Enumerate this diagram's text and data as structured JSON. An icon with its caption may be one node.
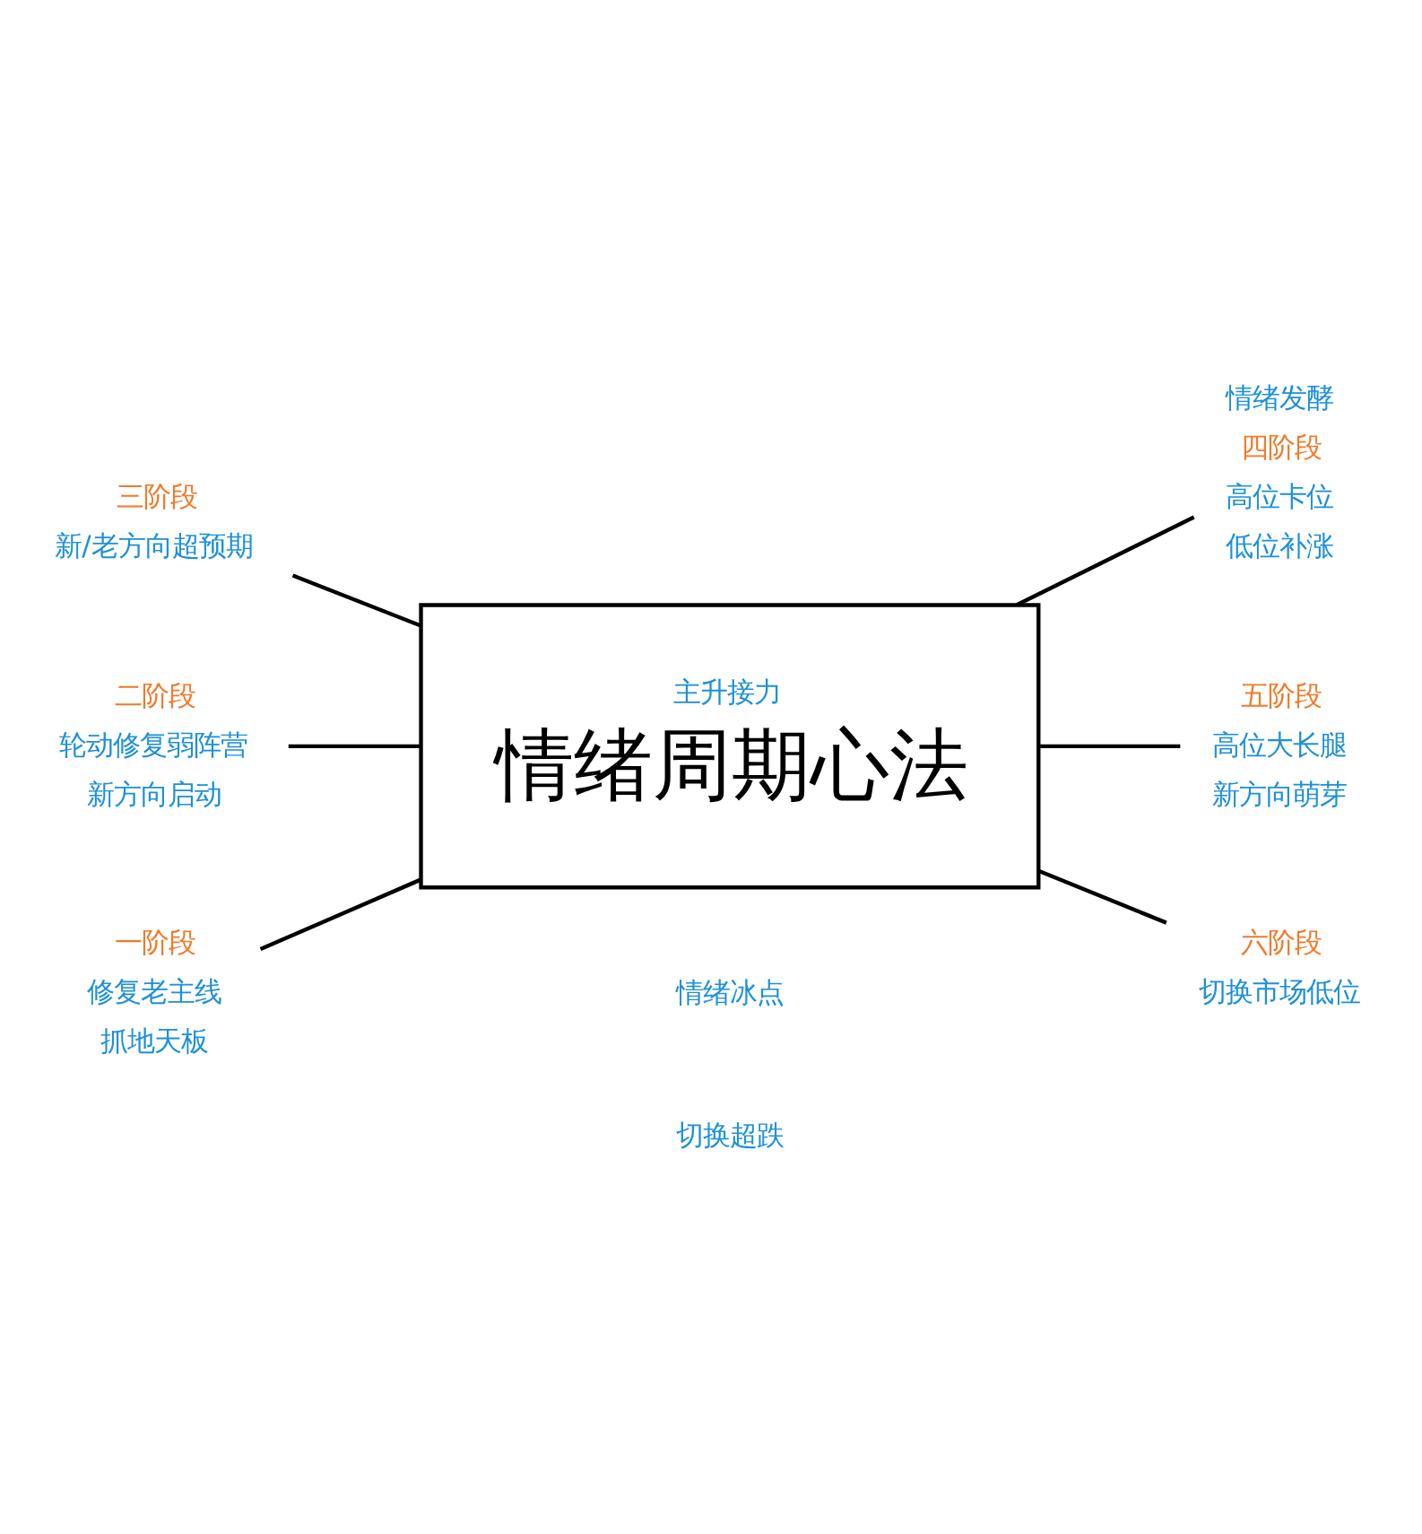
{
  "diagram": {
    "nodes": [
      {
        "text": [
          "主升接力",
          "情绪周期心法"
        ]
      },
      {
        "text": [
          "三阶段",
          "新/老方向超预期"
        ]
      },
      {
        "text": [
          "情绪发酵",
          "四阶段",
          "高位卡位",
          "低位补涨"
        ]
      },
      {
        "text": [
          "二阶段",
          "轮动修复弱阵营",
          "新方向启动"
        ]
      },
      {
        "text": [
          "五阶段",
          "高位大长腿",
          "新方向萌芽"
        ]
      },
      {
        "text": [
          "一阶段",
          "修复老主线",
          "抓地天板"
        ]
      },
      {
        "text": [
          "六阶段",
          "切换市场低位"
        ]
      }
    ],
    "edges": [
      {
        "from": 1,
        "to": 0,
        "arrow": "none"
      },
      {
        "from": 0,
        "to": 2,
        "arrow": "none"
      },
      {
        "from": 3,
        "to": 0,
        "arrow": "none"
      },
      {
        "from": 0,
        "to": 4,
        "arrow": "none"
      },
      {
        "from": 5,
        "to": 0,
        "arrow": "none"
      },
      {
        "from": 0,
        "to": 6,
        "arrow": "none"
      }
    ],
    "labels": [
      "情绪冰点",
      "切换超跌"
    ]
  }
}
